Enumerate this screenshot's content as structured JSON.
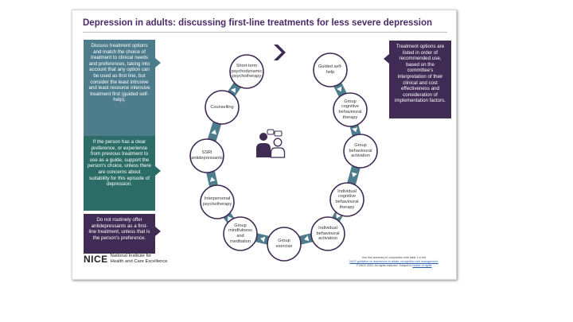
{
  "title": "Depression in adults: discussing first-line treatments for less severe depression",
  "callouts": {
    "left_top": "Discuss treatment options and match the choice of treatment to clinical needs and preferences, taking into account that any option can be used as first line, but consider the least intrusive and least resource intensive treatment first (guided self-help).",
    "left_middle": "If the person has a clear preference, or experience from previous treatment to use as a guide, support the person's choice, unless there are concerns about suitability for this episode of depression.",
    "left_bottom": "Do not routinely offer antidepressants as a first-line treatment, unless that is the person's preference.",
    "right_top": "Treatment options are listed in order of recommended use, based on the committee's interpretation of their clinical and cost effectiveness and consideration of implementation factors."
  },
  "treatments": [
    "Guided self-help",
    "Group cognitive behavioural therapy",
    "Group behavioural activation",
    "Individual cognitive behavioural therapy",
    "Individual behavioural activation",
    "Group exercise",
    "Group mindfulness and meditation",
    "Interpersonal psychotherapy",
    "SSRI antidepressants",
    "Counselling",
    "Short-term psychodynamic psychotherapy"
  ],
  "center_icon": "two-people-conversation-icon",
  "start_icon": "chevron-right-icon",
  "logo": {
    "mark": "NICE",
    "line1": "National Institute for",
    "line2": "Health and Care Excellence"
  },
  "footer": {
    "line1": "Use this summary in conjunction with table 1 in the",
    "link": "NICE guideline on depression in adults: recognition and management.",
    "line3_text": "© NICE 2022. All rights reserved. Subject to ",
    "line3_link": "Notice of rights"
  },
  "colors": {
    "title": "#4b2a66",
    "ring": "#4d7d8c",
    "node_border": "#3f2b54",
    "callout_teal": "#4d7d8c",
    "callout_green": "#2b6d66",
    "callout_purple": "#3f2b54"
  }
}
